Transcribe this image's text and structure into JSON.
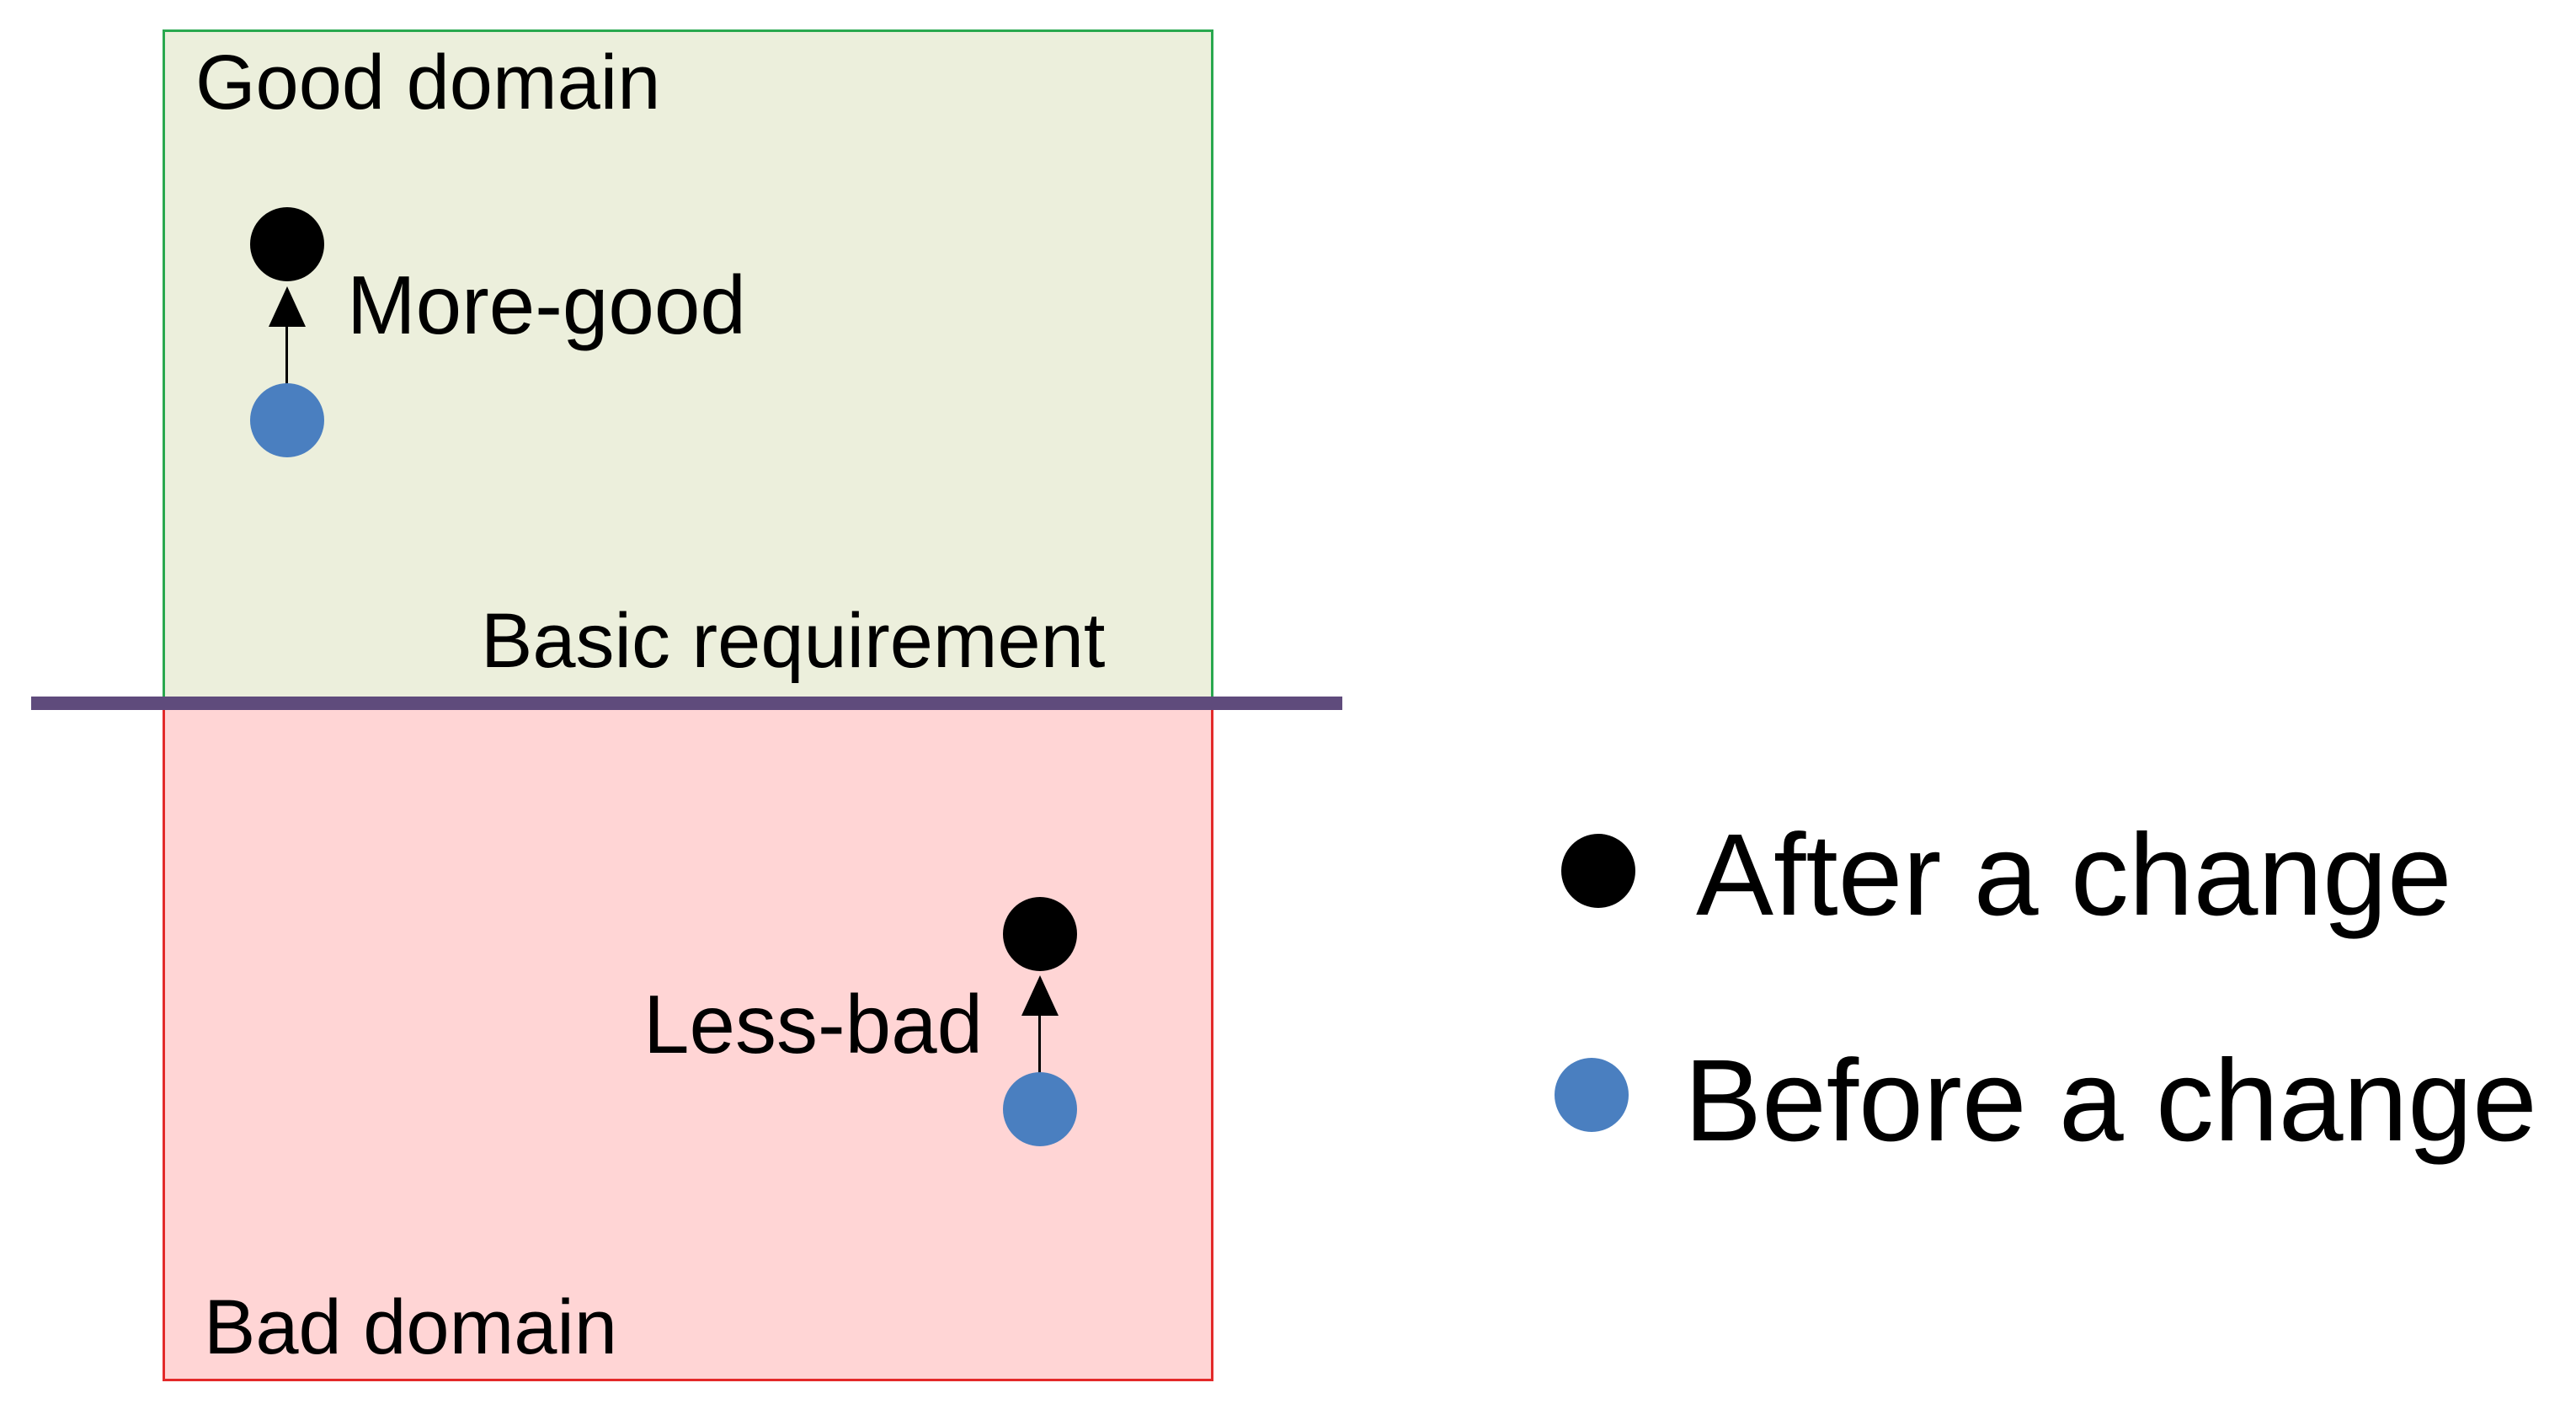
{
  "diagram": {
    "good_domain_label": "Good domain",
    "bad_domain_label": "Bad domain",
    "threshold_label": "Basic requirement",
    "more_good_label": "More-good",
    "less_bad_label": "Less-bad",
    "colors": {
      "good_fill": "#ecefdc",
      "good_border": "#2aa84f",
      "bad_fill": "#ffd5d5",
      "bad_border": "#e32a2a",
      "threshold_line": "#5f4b7c",
      "after_dot": "#000000",
      "before_dot": "#4a7fc0"
    }
  },
  "legend": {
    "after_label": "After a change",
    "before_label": "Before a change"
  }
}
